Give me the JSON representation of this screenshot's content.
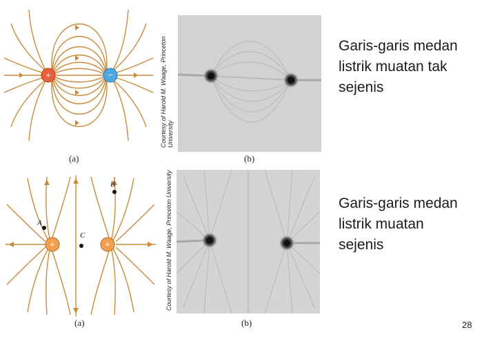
{
  "slide_number": "28",
  "top_row": {
    "diagram": {
      "plus_sign": "+",
      "minus_sign": "−",
      "caption": "(a)"
    },
    "photo": {
      "credit_line1": "Courtesy of Harold M. Waage, Princeton",
      "credit_line2": "University",
      "caption": "(b)"
    },
    "text": {
      "line1": "Garis-garis medan",
      "line2": "listrik muatan tak",
      "line3": "sejenis"
    }
  },
  "bottom_row": {
    "diagram": {
      "charge1_sign": "+",
      "charge2_sign": "+",
      "label_a": "A",
      "label_b": "B",
      "label_c": "C",
      "caption": "(a)"
    },
    "photo": {
      "credit": "Courtesy of Harold M. Waage, Princeton University",
      "caption": "(b)"
    },
    "text": {
      "line1": "Garis-garis medan",
      "line2": "listrik muatan",
      "line3": "sejenis"
    }
  },
  "colors": {
    "field_line": "#c98a3a",
    "positive_charge": "#e8603c",
    "negative_charge": "#4aa9e0",
    "bottom_charge": "#f0a050"
  }
}
